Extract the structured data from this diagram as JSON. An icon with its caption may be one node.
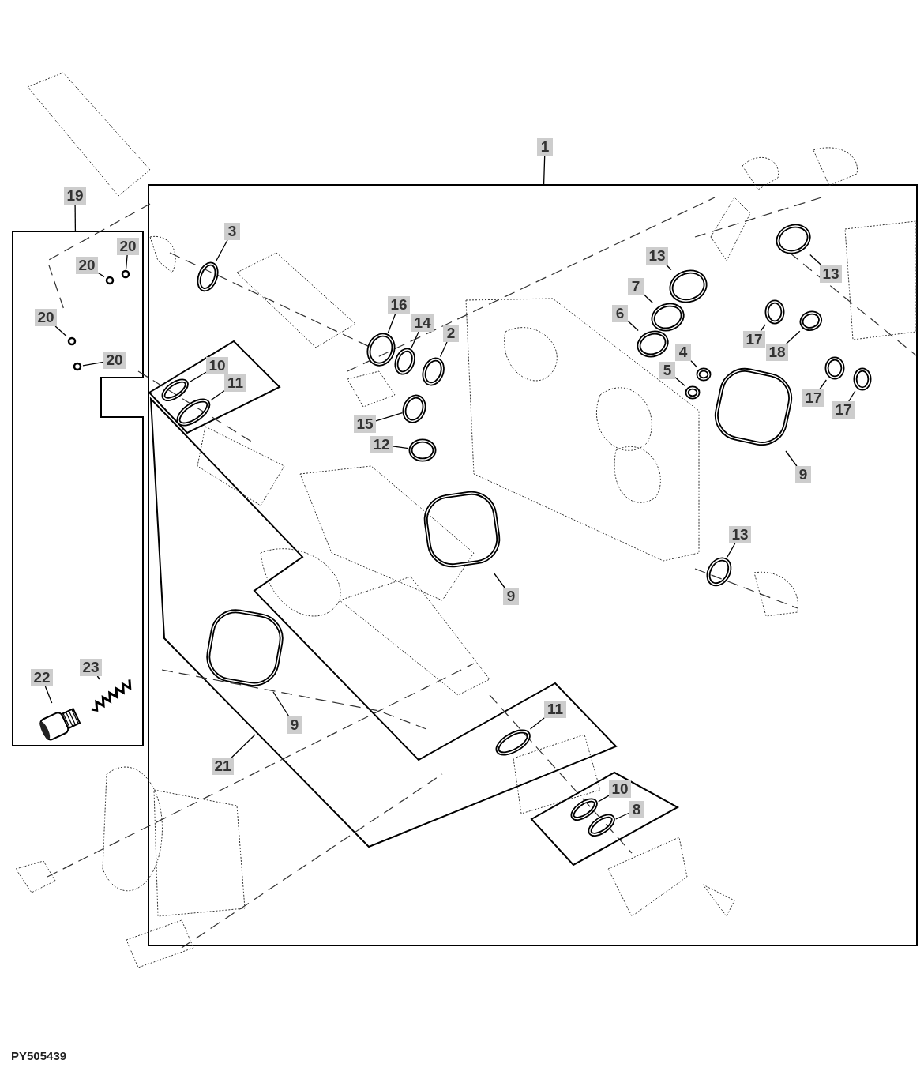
{
  "diagram": {
    "nodes": [
      {
        "text": [],
        "shape": "box"
      },
      {
        "text": [],
        "shape": "box"
      },
      {
        "text": [
          "1"
        ]
      },
      {
        "text": [
          "19"
        ]
      },
      {
        "text": [
          "3"
        ],
        "in": 0
      },
      {
        "text": [],
        "shape": "ring",
        "in": 0
      },
      {
        "text": [
          "20"
        ],
        "in": 1
      },
      {
        "text": [],
        "shape": "ring",
        "in": 1
      },
      {
        "text": [
          "20"
        ],
        "in": 1
      },
      {
        "text": [],
        "shape": "ring",
        "in": 1
      },
      {
        "text": [
          "20"
        ],
        "in": 1
      },
      {
        "text": [],
        "shape": "ring",
        "in": 1
      },
      {
        "text": [
          "20"
        ],
        "in": 1
      },
      {
        "text": [],
        "shape": "ring",
        "in": 1
      },
      {
        "text": [
          "10"
        ],
        "in": 0
      },
      {
        "text": [],
        "shape": "ring",
        "in": 0
      },
      {
        "text": [
          "11"
        ],
        "in": 0
      },
      {
        "text": [],
        "shape": "ring",
        "in": 0
      },
      {
        "text": [
          "16"
        ],
        "in": 0
      },
      {
        "text": [],
        "shape": "ring",
        "in": 0
      },
      {
        "text": [
          "14"
        ],
        "in": 0
      },
      {
        "text": [],
        "shape": "ring",
        "in": 0
      },
      {
        "text": [
          "2"
        ],
        "in": 0
      },
      {
        "text": [],
        "shape": "ring",
        "in": 0
      },
      {
        "text": [
          "15"
        ],
        "in": 0
      },
      {
        "text": [],
        "shape": "ring",
        "in": 0
      },
      {
        "text": [
          "12"
        ],
        "in": 0
      },
      {
        "text": [],
        "shape": "ring",
        "in": 0
      },
      {
        "text": [
          "13"
        ],
        "in": 0
      },
      {
        "text": [],
        "shape": "ring",
        "in": 0
      },
      {
        "text": [
          "7"
        ],
        "in": 0
      },
      {
        "text": [],
        "shape": "ring",
        "in": 0
      },
      {
        "text": [
          "6"
        ],
        "in": 0
      },
      {
        "text": [],
        "shape": "ring",
        "in": 0
      },
      {
        "text": [
          "4"
        ],
        "in": 0
      },
      {
        "text": [],
        "shape": "ring",
        "in": 0
      },
      {
        "text": [
          "5"
        ],
        "in": 0
      },
      {
        "text": [],
        "shape": "ring",
        "in": 0
      },
      {
        "text": [
          "13"
        ],
        "in": 0
      },
      {
        "text": [],
        "shape": "ring",
        "in": 0
      },
      {
        "text": [
          "17"
        ],
        "in": 0
      },
      {
        "text": [],
        "shape": "ring",
        "in": 0
      },
      {
        "text": [
          "18"
        ],
        "in": 0
      },
      {
        "text": [],
        "shape": "ring",
        "in": 0
      },
      {
        "text": [
          "17"
        ],
        "in": 0
      },
      {
        "text": [],
        "shape": "ring",
        "in": 0
      },
      {
        "text": [
          "17"
        ],
        "in": 0
      },
      {
        "text": [],
        "shape": "ring",
        "in": 0
      },
      {
        "text": [
          "9"
        ],
        "in": 0
      },
      {
        "text": [],
        "shape": "ring",
        "in": 0
      },
      {
        "text": [
          "9"
        ],
        "in": 0
      },
      {
        "text": [],
        "shape": "ring",
        "in": 0
      },
      {
        "text": [
          "13"
        ],
        "in": 0
      },
      {
        "text": [],
        "shape": "ring",
        "in": 0
      },
      {
        "text": [
          "22"
        ],
        "in": 1
      },
      {
        "text": [],
        "shape": "picture",
        "in": 1
      },
      {
        "text": [
          "23"
        ],
        "in": 1
      },
      {
        "text": [],
        "shape": "picture",
        "in": 1
      },
      {
        "text": [],
        "shape": "polygon",
        "in": 0
      },
      {
        "text": [
          "9"
        ],
        "in": 58
      },
      {
        "text": [],
        "shape": "ring",
        "in": 58
      },
      {
        "text": [
          "21"
        ],
        "in": 0
      },
      {
        "text": [
          "11"
        ],
        "in": 58
      },
      {
        "text": [],
        "shape": "ring",
        "in": 58
      },
      {
        "text": [
          "10"
        ],
        "in": 0
      },
      {
        "text": [],
        "shape": "ring",
        "in": 0
      },
      {
        "text": [
          "8"
        ],
        "in": 0
      },
      {
        "text": [],
        "shape": "ring",
        "in": 0
      }
    ],
    "edges": [
      {
        "from": 2,
        "to": 0,
        "arrow": "none"
      },
      {
        "from": 3,
        "to": 1,
        "arrow": "none"
      },
      {
        "from": 4,
        "to": 5,
        "arrow": "none"
      },
      {
        "from": 6,
        "to": 7,
        "arrow": "none"
      },
      {
        "from": 8,
        "to": 9,
        "arrow": "none"
      },
      {
        "from": 10,
        "to": 11,
        "arrow": "none"
      },
      {
        "from": 12,
        "to": 13,
        "arrow": "none"
      },
      {
        "from": 14,
        "to": 15,
        "arrow": "none"
      },
      {
        "from": 16,
        "to": 17,
        "arrow": "none"
      },
      {
        "from": 18,
        "to": 19,
        "arrow": "none"
      },
      {
        "from": 20,
        "to": 21,
        "arrow": "none"
      },
      {
        "from": 22,
        "to": 23,
        "arrow": "none"
      },
      {
        "from": 24,
        "to": 25,
        "arrow": "none"
      },
      {
        "from": 26,
        "to": 27,
        "arrow": "none"
      },
      {
        "from": 28,
        "to": 29,
        "arrow": "none"
      },
      {
        "from": 30,
        "to": 31,
        "arrow": "none"
      },
      {
        "from": 32,
        "to": 33,
        "arrow": "none"
      },
      {
        "from": 34,
        "to": 35,
        "arrow": "none"
      },
      {
        "from": 36,
        "to": 37,
        "arrow": "none"
      },
      {
        "from": 38,
        "to": 39,
        "arrow": "none"
      },
      {
        "from": 40,
        "to": 41,
        "arrow": "none"
      },
      {
        "from": 42,
        "to": 43,
        "arrow": "none"
      },
      {
        "from": 44,
        "to": 45,
        "arrow": "none"
      },
      {
        "from": 46,
        "to": 47,
        "arrow": "none"
      },
      {
        "from": 48,
        "to": 49,
        "arrow": "none"
      },
      {
        "from": 50,
        "to": 51,
        "arrow": "none"
      },
      {
        "from": 52,
        "to": 53,
        "arrow": "none"
      },
      {
        "from": 54,
        "to": 55,
        "arrow": "none"
      },
      {
        "from": 56,
        "to": 57,
        "arrow": "none"
      },
      {
        "from": 59,
        "to": 60,
        "arrow": "none"
      },
      {
        "from": 61,
        "to": 58,
        "arrow": "none"
      },
      {
        "from": 62,
        "to": 63,
        "arrow": "none"
      },
      {
        "from": 64,
        "to": 65,
        "arrow": "none"
      },
      {
        "from": 66,
        "to": 67,
        "arrow": "none"
      }
    ],
    "labels": [
      "PY505439"
    ]
  }
}
